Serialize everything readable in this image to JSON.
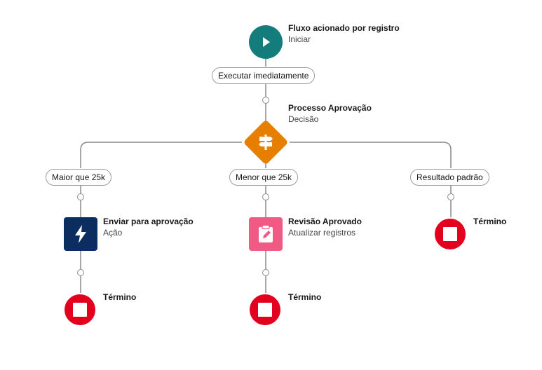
{
  "start": {
    "title": "Fluxo acionado por registro",
    "subtitle": "Iniciar"
  },
  "run_pill": {
    "label": "Executar imediatamente"
  },
  "decision": {
    "title": "Processo Aprovação",
    "subtitle": "Decisão"
  },
  "branches": [
    {
      "label": "Maior que 25k"
    },
    {
      "label": "Menor que 25k"
    },
    {
      "label": "Resultado padrão"
    }
  ],
  "action_node": {
    "title": "Enviar para aprovação",
    "subtitle": "Ação"
  },
  "update_node": {
    "title": "Revisão Aprovado",
    "subtitle": "Atualizar registros"
  },
  "end_nodes": [
    {
      "label": "Término"
    },
    {
      "label": "Término"
    },
    {
      "label": "Término"
    }
  ],
  "colors": {
    "start": "#147d7b",
    "decision": "#e67e00",
    "action": "#0b2d5f",
    "update": "#f05a84",
    "end": "#e3001e",
    "connector": "#8a8a8a"
  },
  "icons": {
    "start": "play-icon",
    "decision": "signpost-icon",
    "action": "lightning-icon",
    "update": "clipboard-edit-icon",
    "end": "stop-icon"
  }
}
